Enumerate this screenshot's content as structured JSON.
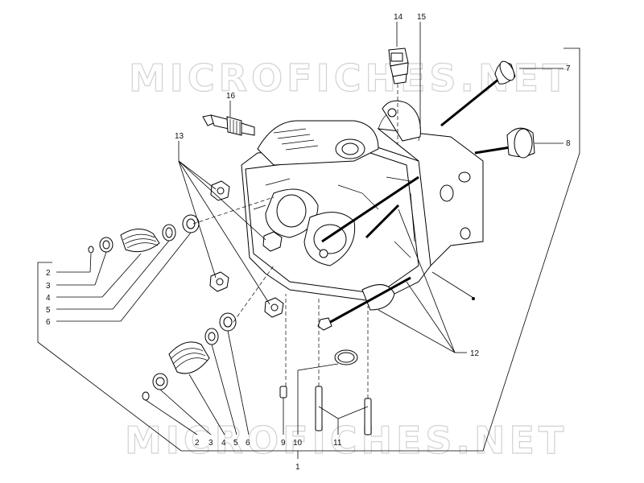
{
  "watermark": "MICROFICHES.NET",
  "callouts": {
    "c1": "1",
    "c2a": "2",
    "c3a": "3",
    "c4a": "4",
    "c5a": "5",
    "c6a": "6",
    "c7": "7",
    "c8": "8",
    "c12": "12",
    "c13": "13",
    "c14": "14",
    "c15": "15",
    "c16": "16",
    "c2b": "2",
    "c3b": "3",
    "c4b": "4",
    "c5b": "5",
    "c6b": "6",
    "c9": "9",
    "c10": "10",
    "c11": "11"
  }
}
